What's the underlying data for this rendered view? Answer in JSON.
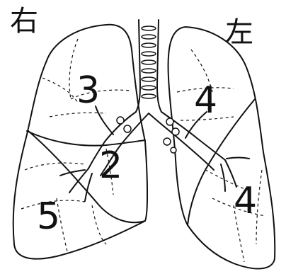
{
  "labels": {
    "right_side": "右",
    "left_side": "左"
  },
  "lobe_numbers": {
    "right_upper": "3",
    "right_middle": "2",
    "right_lower": "5",
    "left_upper": "4",
    "left_lower": "4"
  },
  "colors": {
    "line": "#111111",
    "background": "#ffffff"
  }
}
